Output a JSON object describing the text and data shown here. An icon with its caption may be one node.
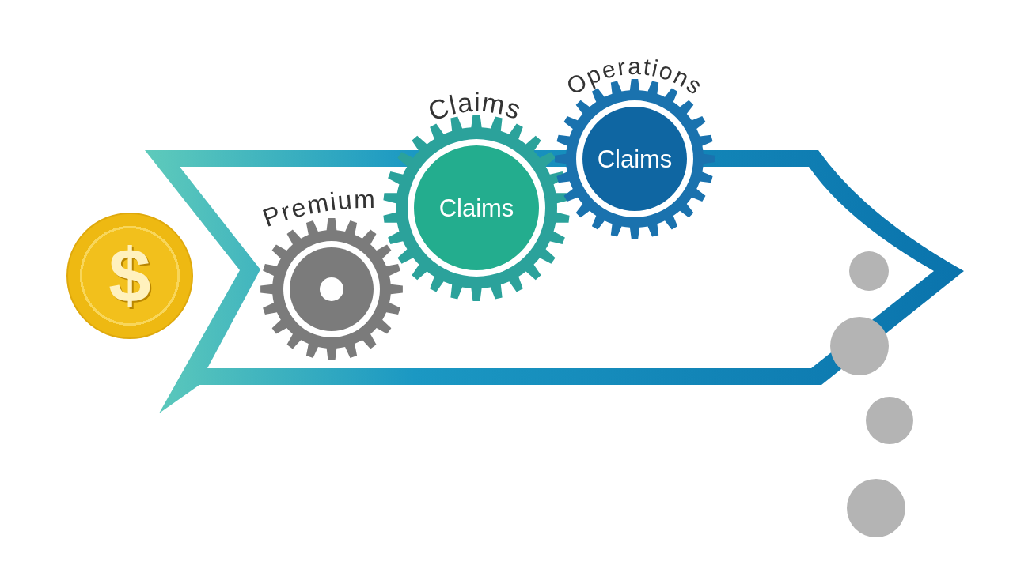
{
  "diagram": {
    "nodes": [
      {
        "text": [
          "$"
        ]
      },
      {
        "text": [
          "Premium"
        ]
      },
      {
        "text": [
          "Claims",
          "Claims"
        ]
      },
      {
        "text": [
          "Operations",
          "Claims"
        ]
      }
    ]
  }
}
